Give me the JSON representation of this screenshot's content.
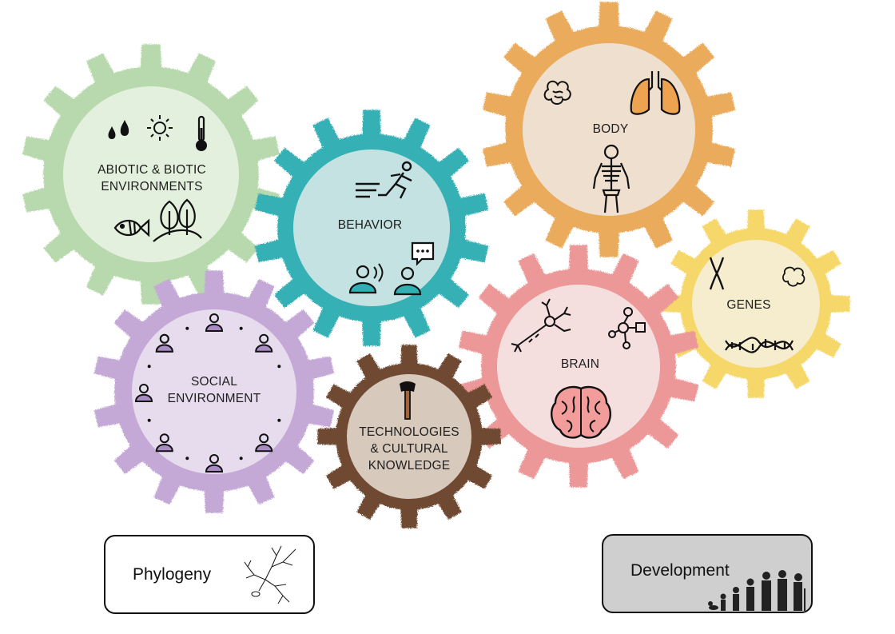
{
  "gears": {
    "environment": {
      "line1": "ABIOTIC & BIOTIC",
      "line2": "ENVIRONMENTS",
      "color": "#b8d9ad",
      "inner": "#e3f0dd"
    },
    "behavior": {
      "line1": "BEHAVIOR",
      "color": "#34b1b6",
      "inner": "#c4e2e2"
    },
    "body": {
      "line1": "BODY",
      "color": "#eaac5b",
      "inner": "#efdfcf"
    },
    "genes": {
      "line1": "GENES",
      "color": "#f5d76a",
      "inner": "#f6ecce"
    },
    "brain": {
      "line1": "BRAIN",
      "color": "#ec9898",
      "inner": "#f5dede"
    },
    "social": {
      "line1": "SOCIAL",
      "line2": "ENVIRONMENT",
      "color": "#c4a9d7",
      "inner": "#e6dcee"
    },
    "technology": {
      "line1": "TECHNOLOGIES",
      "line2": "& CULTURAL",
      "line3": "KNOWLEDGE",
      "color": "#6f4a33",
      "inner": "#d8c9bd"
    }
  },
  "icons": {
    "environment": [
      "water-drops-icon",
      "sun-icon",
      "thermometer-icon",
      "fish-icon",
      "trees-icon"
    ],
    "behavior": [
      "running-person-icon",
      "speaking-person-icon",
      "chatting-person-icon"
    ],
    "body": [
      "intestine-icon",
      "lungs-icon",
      "skeleton-icon"
    ],
    "genes": [
      "chromosome-icon",
      "gene-icon",
      "dna-icon"
    ],
    "brain": [
      "neuron-icon",
      "network-icon",
      "brain-icon"
    ],
    "social": [
      "person-icon"
    ],
    "technology": [
      "axe-icon"
    ]
  },
  "boxes": {
    "phylogeny": {
      "label": "Phylogeny",
      "icon": "phylogenetic-tree-icon",
      "fill": "#ffffff"
    },
    "development": {
      "label": "Development",
      "icon": "human-evolution-icon",
      "fill": "#cfcfcf"
    }
  }
}
